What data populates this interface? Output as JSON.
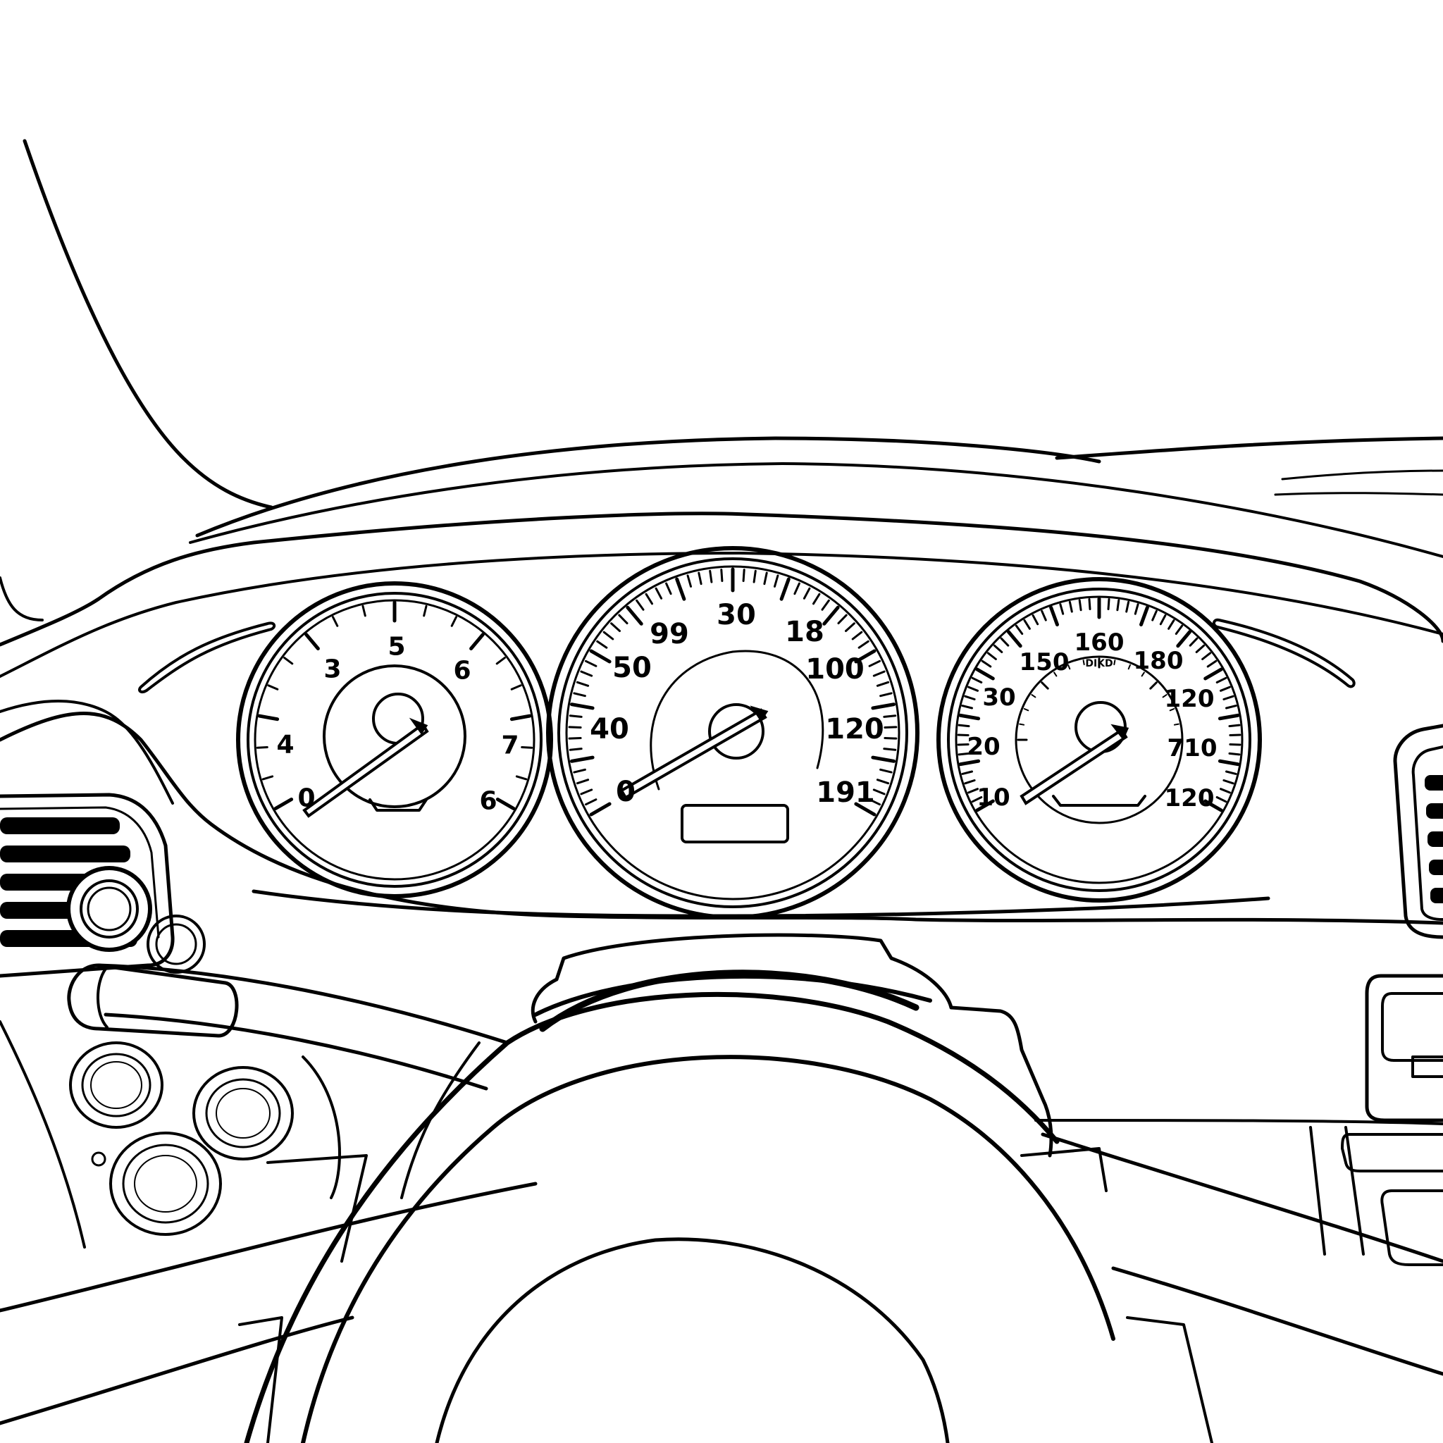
{
  "scene": {
    "subject": "car dashboard line drawing"
  },
  "gauges": {
    "left": {
      "labels": [
        "0",
        "4",
        "3",
        "5",
        "6",
        "7",
        "6"
      ]
    },
    "center": {
      "labels": [
        "0",
        "40",
        "50",
        "99",
        "30",
        "18",
        "100",
        "120",
        "191"
      ]
    },
    "right": {
      "labels": [
        "10",
        "20",
        "30",
        "150",
        "160",
        "180",
        "120",
        "710",
        "120"
      ],
      "inner_text": "DIKD"
    }
  },
  "colors": {
    "ink": "#000000",
    "paper": "#ffffff"
  }
}
